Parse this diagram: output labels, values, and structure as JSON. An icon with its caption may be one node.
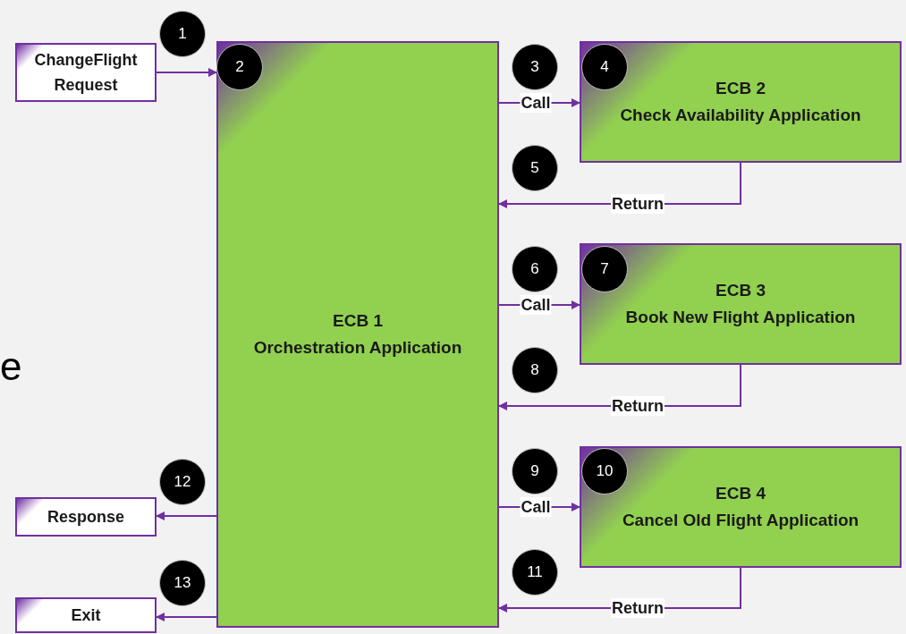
{
  "diagram": {
    "nodes": [
      {
        "text": [
          "ChangeFlight Request"
        ]
      },
      {
        "text": [
          "ECB 1",
          "Orchestration Application"
        ]
      },
      {
        "text": [
          "ECB 2",
          "Check Availability Application"
        ]
      },
      {
        "text": [
          "ECB 3",
          "Book New Flight Application"
        ]
      },
      {
        "text": [
          "ECB 4",
          "Cancel Old Flight Application"
        ]
      },
      {
        "text": [
          "Response"
        ]
      },
      {
        "text": [
          "Exit"
        ]
      }
    ],
    "edges": [
      {
        "from": 0,
        "to": 1,
        "arrow": "to"
      },
      {
        "from": 1,
        "to": 2,
        "arrow": "to",
        "label": "Call"
      },
      {
        "from": 2,
        "to": 1,
        "arrow": "to",
        "label": "Return"
      },
      {
        "from": 1,
        "to": 3,
        "arrow": "to",
        "label": "Call"
      },
      {
        "from": 3,
        "to": 1,
        "arrow": "to",
        "label": "Return"
      },
      {
        "from": 1,
        "to": 4,
        "arrow": "to",
        "label": "Call"
      },
      {
        "from": 4,
        "to": 1,
        "arrow": "to",
        "label": "Return"
      },
      {
        "from": 1,
        "to": 5,
        "arrow": "to"
      },
      {
        "from": 1,
        "to": 6,
        "arrow": "to"
      }
    ],
    "labels": [
      "1",
      "2",
      "3",
      "4",
      "5",
      "6",
      "7",
      "8",
      "9",
      "10",
      "11",
      "12",
      "13",
      "e"
    ]
  }
}
